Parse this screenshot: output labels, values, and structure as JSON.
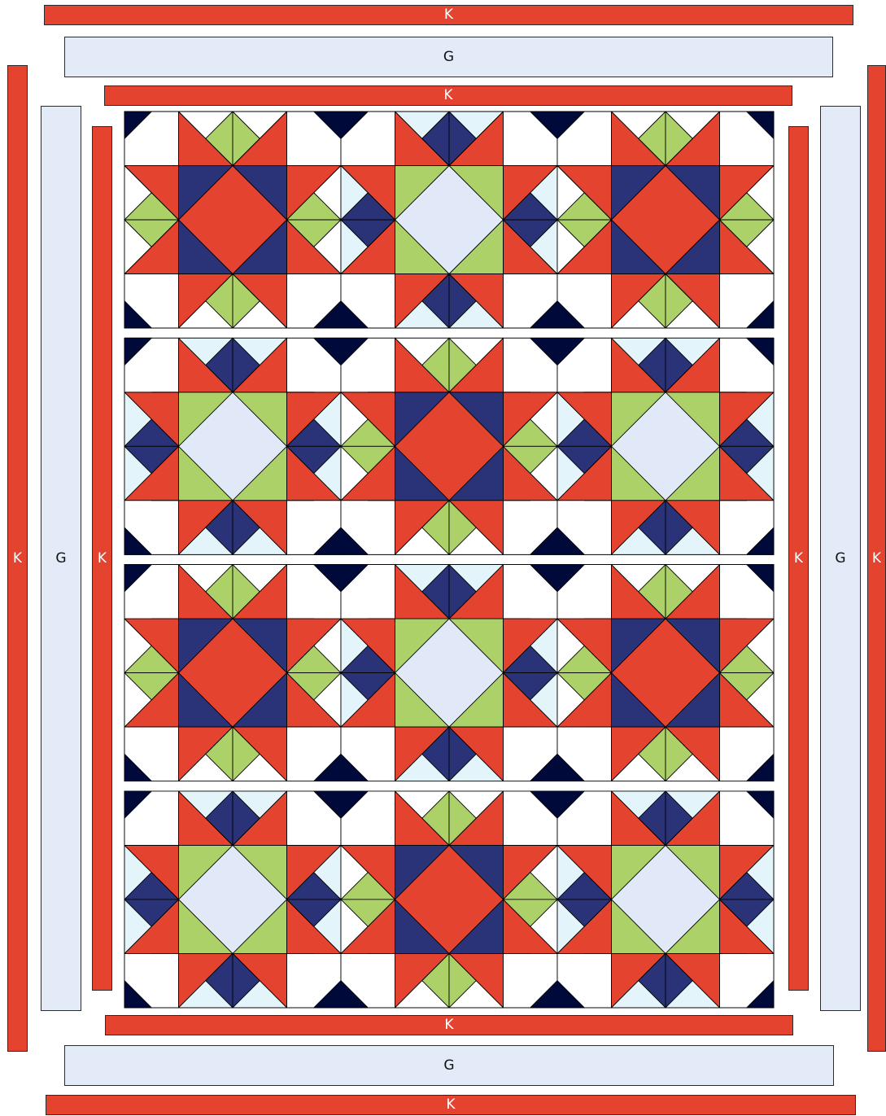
{
  "colors": {
    "red": "#e4432f",
    "navy": "#2a3377",
    "green": "#acd168",
    "light_blue": "#e1e9f8",
    "pale_cyan": "#e4f4fb",
    "white": "#ffffff",
    "dark_navy": "#000a3a",
    "outline": "#000000"
  },
  "borders": {
    "top_outer": "K",
    "top_middle": "G",
    "top_inner": "K",
    "left_outer": "K",
    "left_middle": "G",
    "left_inner": "K",
    "right_inner": "K",
    "right_middle": "G",
    "right_outer": "K",
    "bottom_inner": "K",
    "bottom_middle": "G",
    "bottom_outer": "K"
  },
  "quilt": {
    "rows": 4,
    "blocks_per_row": 3,
    "block_types": [
      [
        "star_red",
        "star_green",
        "star_red"
      ],
      [
        "star_green",
        "star_red",
        "star_green"
      ],
      [
        "star_red",
        "star_green",
        "star_red"
      ],
      [
        "star_green",
        "star_red",
        "star_green"
      ]
    ]
  }
}
